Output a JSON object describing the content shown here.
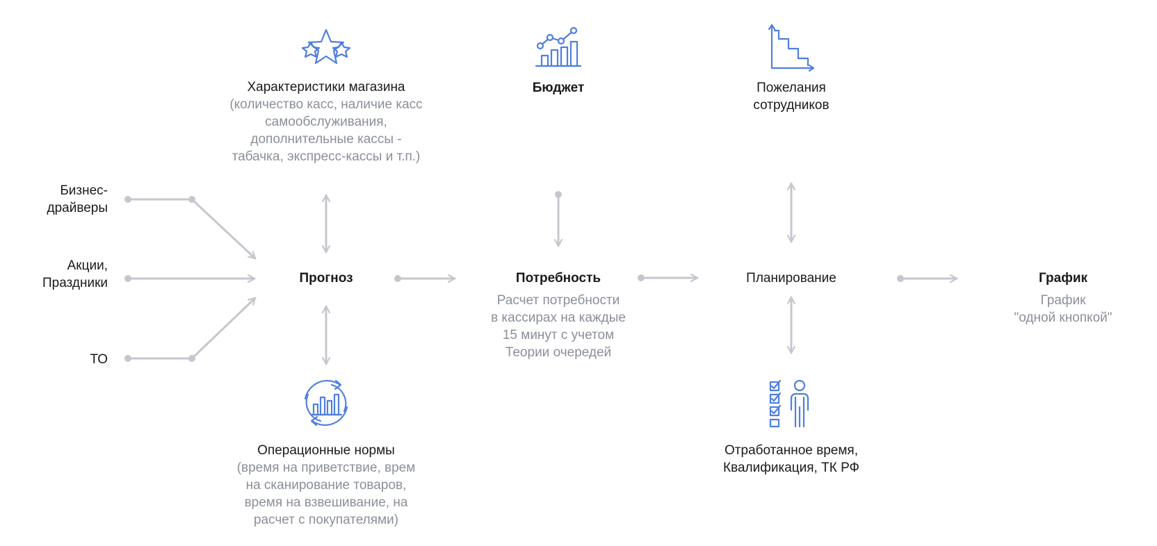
{
  "colors": {
    "connector": "#c5c7ce",
    "icon": "#4f7ee0",
    "text": "#1a1a1a",
    "subtext": "#8a8f98"
  },
  "icons": {
    "store": "three-stars-icon",
    "budget": "growth-chart-icon",
    "wishes": "descending-steps-icon",
    "norms": "cycle-bar-chart-icon",
    "worked": "checklist-person-icon"
  },
  "inputs": {
    "business_drivers": [
      "Бизнес-",
      "драйверы"
    ],
    "promotions": [
      "Акции,",
      "Праздники"
    ],
    "to": "ТО"
  },
  "store_characteristics": {
    "title": "Характеристики магазина",
    "details": [
      "(количество касс, наличие касс",
      "самообслуживания,",
      "дополнительные кассы -",
      "табачка, экспресс-кассы и т.п.)"
    ]
  },
  "operational_norms": {
    "title": "Операционные нормы",
    "details": [
      "(время на приветствие, врем",
      "на сканирование товаров,",
      "время на взвешивание, на",
      "расчет с покупателями)"
    ]
  },
  "budget": {
    "title": "Бюджет"
  },
  "employee_wishes": {
    "title": [
      "Пожелания",
      "сотрудников"
    ]
  },
  "worked_time": {
    "title": [
      "Отработанное время,",
      "Квалификация, ТК РФ"
    ]
  },
  "forecast": {
    "title": "Прогноз"
  },
  "demand": {
    "title": "Потребность",
    "details": [
      "Расчет потребности",
      "в кассирах на каждые",
      "15 минут с учетом",
      "Теории очередей"
    ]
  },
  "planning": {
    "title": "Планирование"
  },
  "schedule": {
    "title": "График",
    "details": [
      "График",
      "\"одной кнопкой\""
    ]
  }
}
